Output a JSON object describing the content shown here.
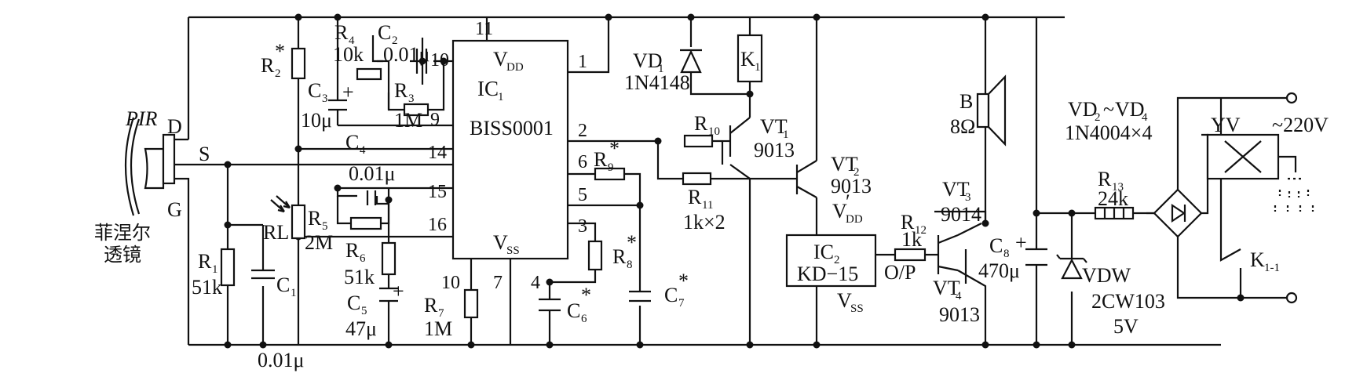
{
  "ic1": {
    "name": "IC",
    "sub": "1",
    "part": "BISS0001",
    "vdd": "V",
    "vdd_sub": "DD",
    "vss": "V",
    "vss_sub": "SS",
    "pins": {
      "p1": "1",
      "p2": "2",
      "p3": "3",
      "p4": "4",
      "p5": "5",
      "p6": "6",
      "p7": "7",
      "p9": "9",
      "p10a": "10",
      "p10b": "10",
      "p11": "11",
      "p14": "14",
      "p15": "15",
      "p16": "16"
    }
  },
  "ic2": {
    "name": "IC",
    "sub": "2",
    "part": "KD−15",
    "op": "O/P",
    "vss": "V",
    "vss_sub": "SS",
    "vdd": "V",
    "vdd_sup": "′",
    "vdd_sub": "DD"
  },
  "pir": {
    "label": "PIR",
    "d": "D",
    "s": "S",
    "g": "G",
    "lens_line1": "菲涅尔",
    "lens_line2": "透镜"
  },
  "resistors": {
    "r1": {
      "name": "R",
      "sub": "1",
      "value": "51k"
    },
    "r2": {
      "name": "R",
      "sub": "2",
      "star": "*"
    },
    "r3": {
      "name": "R",
      "sub": "3",
      "value": "1M"
    },
    "r4": {
      "name": "R",
      "sub": "4",
      "value": "10k"
    },
    "r5": {
      "name": "R",
      "sub": "5",
      "value": "2M"
    },
    "r6": {
      "name": "R",
      "sub": "6",
      "value": "51k"
    },
    "r7": {
      "name": "R",
      "sub": "7",
      "value": "1M"
    },
    "r8": {
      "name": "R",
      "sub": "8",
      "star": "*"
    },
    "r9": {
      "name": "R",
      "sub": "9",
      "star": "*"
    },
    "r10": {
      "name": "R",
      "sub": "10"
    },
    "r11": {
      "name": "R",
      "sub": "11",
      "value": "1k×2"
    },
    "r12": {
      "name": "R",
      "sub": "12",
      "value": "1k"
    },
    "r13": {
      "name": "R",
      "sub": "13",
      "value": "24k"
    }
  },
  "capacitors": {
    "c1": {
      "name": "C",
      "sub": "1",
      "value": "0.01μ"
    },
    "c2": {
      "name": "C",
      "sub": "2",
      "value": "0.01μ"
    },
    "c3": {
      "name": "C",
      "sub": "3",
      "value": "10μ"
    },
    "c4": {
      "name": "C",
      "sub": "4",
      "value": "0.01μ"
    },
    "c5": {
      "name": "C",
      "sub": "5",
      "value": "47μ"
    },
    "c6": {
      "name": "C",
      "sub": "6",
      "star": "*"
    },
    "c7": {
      "name": "C",
      "sub": "7",
      "star": "*"
    },
    "c8": {
      "name": "C",
      "sub": "8",
      "value": "470μ"
    }
  },
  "diodes": {
    "vd1": {
      "name": "VD",
      "sub": "1",
      "part": "1N4148"
    },
    "vd2_4": {
      "name_a": "VD",
      "sub_a": "2",
      "tilde": "~",
      "name_b": "VD",
      "sub_b": "4",
      "part": "1N4004×4"
    },
    "vdw": {
      "name": "VDW",
      "part": "2CW103",
      "volt": "5V"
    }
  },
  "transistors": {
    "vt1": {
      "name": "VT",
      "sub": "1",
      "part": "9013"
    },
    "vt2": {
      "name": "VT",
      "sub": "2",
      "part": "9013"
    },
    "vt3": {
      "name": "VT",
      "sub": "3",
      "part": "9014"
    },
    "vt4": {
      "name": "VT",
      "sub": "4",
      "part": "9013"
    }
  },
  "relay": {
    "name": "K",
    "sub": "1",
    "contact": "K",
    "contact_sub": "1-1"
  },
  "speaker": {
    "name": "B",
    "value": "8Ω"
  },
  "valve": {
    "name": "YV",
    "mains": "~220V"
  },
  "ldr": {
    "name": "RL"
  },
  "plus": "+"
}
